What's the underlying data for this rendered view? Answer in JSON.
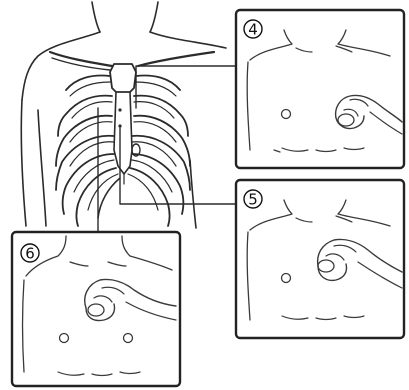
{
  "figure": {
    "panels": [
      {
        "number": "4"
      },
      {
        "number": "5"
      },
      {
        "number": "6"
      }
    ],
    "colors": {
      "line": "#2b2b2b",
      "panel_border": "#222222",
      "background": "#ffffff"
    }
  }
}
